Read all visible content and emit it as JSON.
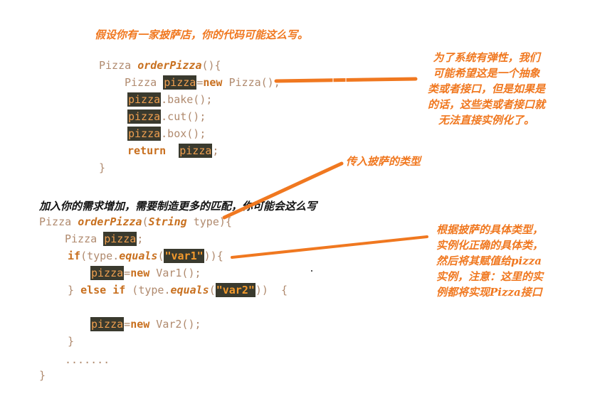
{
  "intro_note": "假设你有一家披萨店，你的代码可能这么写。",
  "snippet1": {
    "sig_type": "Pizza",
    "sig_method": "orderPizza",
    "sig_parens": "(){",
    "decl_type": "Pizza",
    "var": "pizza",
    "decl_eq": "=",
    "kw_new": "new",
    "decl_rest": " Pizza();",
    "bake": ".bake();",
    "cut": ".cut();",
    "box": ".box();",
    "kw_return": "return",
    "ret_end": ";",
    "close": "}"
  },
  "note_abstract": [
    "为了系统有弹性，我们",
    "可能希望这是一个抽象",
    "类或者接口，但是如果是",
    "的话，这些类或者接口就",
    "无法直接实例化了。"
  ],
  "note_pass_type": "传入披萨的类型",
  "growth_note": "加入你的需求增加，需要制造更多的匹配，你可能会这么写",
  "snippet2": {
    "sig_type": "Pizza",
    "sig_method": "orderPizza",
    "sig_open": "(",
    "param_type": "String",
    "param_rest": " type){",
    "decl_type": "Pizza",
    "var": "pizza",
    "decl_end": ";",
    "kw_if": "if",
    "if_open": "(type.",
    "equals": "equals",
    "paren_open": "(",
    "str1": "\"var1\"",
    "if_close": ")){",
    "assign_eq": "=",
    "kw_new": "new",
    "assign1_rest": " Var1();",
    "close_brace": "}",
    "kw_else_if": "else if",
    "elif_open": " (type.",
    "str2": "\"var2\"",
    "elif_close": "))  {",
    "assign2_rest": " Var2();",
    "ellipsis": ".......",
    "final_close": "}"
  },
  "note_concrete": [
    "根据披萨的具体类型，",
    "实例化正确的具体类，",
    "然后将其赋值给pizza",
    "实例，注意：这里的实",
    "例都将实现Pizza接口"
  ],
  "colors": {
    "accent": "#f07820",
    "highlight_bg": "#3a3a2e",
    "code_text": "#b08a6e",
    "keyword": "#c86f1e"
  }
}
